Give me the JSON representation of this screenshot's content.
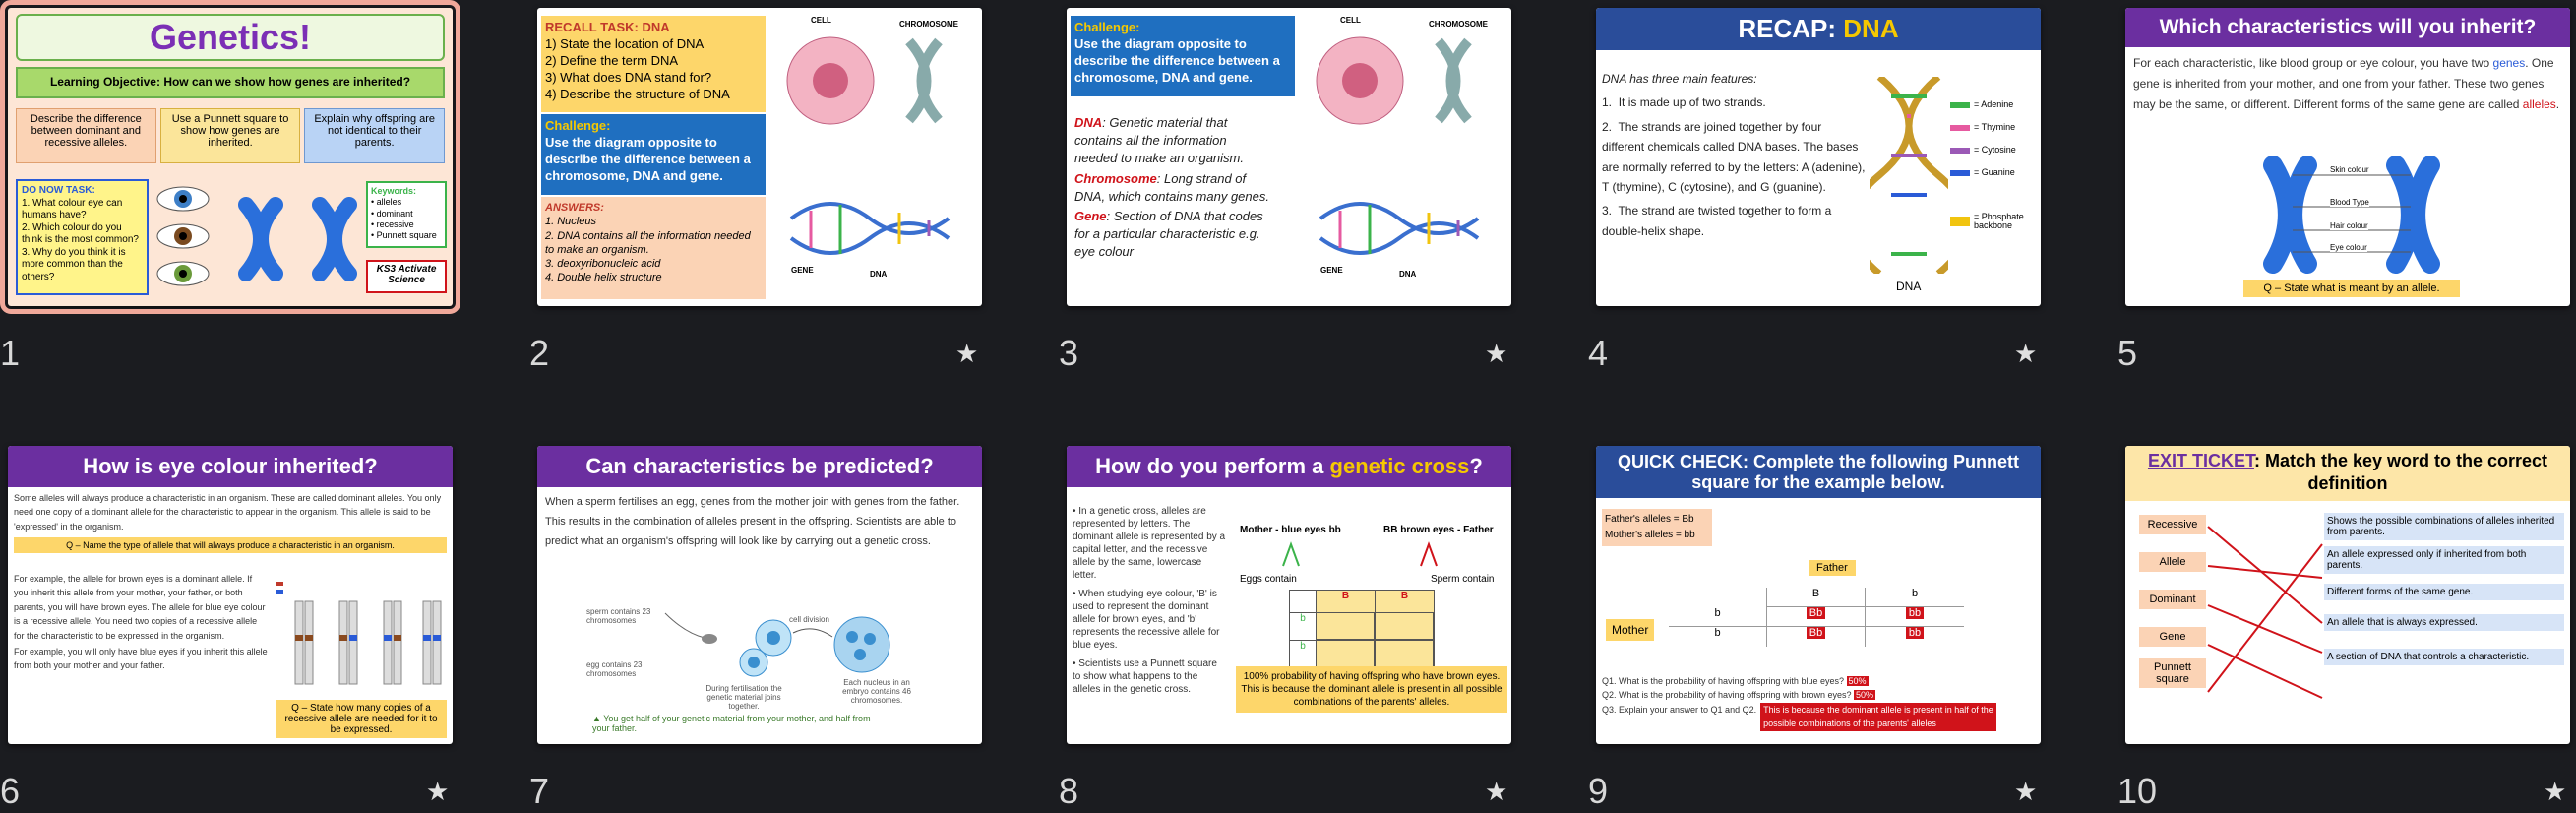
{
  "slides": [
    {
      "number": "1",
      "title": "Genetics!",
      "objective": "Learning Objective: How can we show how genes are inherited?",
      "outcomes": [
        "Describe the difference between dominant and recessive alleles.",
        "Use a Punnett square to show how genes are inherited.",
        "Explain why offspring are not identical to their parents."
      ],
      "do_now_title": "DO NOW TASK:",
      "do_now_items": [
        "1. What colour eye can humans have?",
        "2. Which colour do you think is the most common?",
        "3. Why do you think it is more common than the others?"
      ],
      "keywords_title": "Keywords:",
      "keywords": [
        "alleles",
        "dominant",
        "recessive",
        "Punnett square"
      ],
      "ks3_label": "KS3 Activate Science"
    },
    {
      "number": "2",
      "recall_title": "RECALL TASK: DNA",
      "recall_items": [
        "1)  State the location of DNA",
        "2)  Define the term DNA",
        "3)  What does DNA stand for?",
        "4)  Describe the structure of DNA"
      ],
      "challenge_title": "Challenge:",
      "challenge_text": "Use the diagram opposite to describe the difference between a chromosome, DNA and gene.",
      "answers_title": "ANSWERS:",
      "answers": [
        "1. Nucleus",
        "2. DNA contains all the information needed to make an organism.",
        "3. deoxyribonucleic acid",
        "4. Double helix structure"
      ],
      "diagram_labels": [
        "CELL",
        "CHROMOSOME",
        "GENE",
        "DNA"
      ]
    },
    {
      "number": "3",
      "challenge_title": "Challenge:",
      "challenge_text": "Use the diagram opposite to describe the difference between a chromosome, DNA and gene.",
      "defs": [
        {
          "term": "DNA",
          "text": ": Genetic material that contains all the information needed to make an organism."
        },
        {
          "term": "Chromosome",
          "text": ": Long strand of DNA, which contains many genes."
        },
        {
          "term": "Gene",
          "text": ": Section of DNA that codes for a particular characteristic e.g. eye colour"
        }
      ],
      "diagram_labels": [
        "CELL",
        "CHROMOSOME",
        "GENE",
        "DNA"
      ]
    },
    {
      "number": "4",
      "title_a": "RECAP: ",
      "title_b": "DNA",
      "intro": "DNA has three main features:",
      "points": [
        "It is made up of two strands.",
        "The strands are joined together by four different chemicals called DNA bases. The bases are normally referred to by the letters: A (adenine), T (thymine), C (cytosine), and G (guanine).",
        "The strand are twisted together to form a double-helix shape."
      ],
      "legend": [
        "= Adenine",
        "= Thymine",
        "= Cytosine",
        "= Guanine",
        "= Phosphate backbone"
      ],
      "dna_label": "DNA",
      "legend_colors": [
        "#3bb34a",
        "#e65aa0",
        "#9b59b6",
        "#2a5bd7",
        "#f1c40f"
      ]
    },
    {
      "number": "5",
      "title": "Which characteristics will you inherit?",
      "text_a": "For each characteristic, like blood group or eye colour, you have two ",
      "text_genes": "genes",
      "text_b": ". One gene is inherited from your mother, and one from your father. These two genes may be the same, or different. Different forms of the same gene are called ",
      "text_alleles": "alleles",
      "text_c": ".",
      "labels": [
        "Skin colour",
        "Blood Type",
        "Hair colour",
        "Eye colour"
      ],
      "question": "Q – State what is meant by an allele."
    },
    {
      "number": "6",
      "title": "How is eye colour inherited?",
      "para1": "Some alleles will always produce a characteristic in an organism. These are called dominant alleles. You only need one copy of a dominant allele for the characteristic to appear in the organism. This allele is said to be 'expressed' in the organism.",
      "q1": "Q – Name the type of allele that will always produce a characteristic in an organism.",
      "para2": "For example, the allele for brown eyes is a dominant allele. If you inherit this allele from your mother, your father, or both parents, you will have brown eyes. The allele for blue eye colour is a recessive allele. You need two copies of a recessive allele for the characteristic to be expressed in the organism.",
      "para3": "For example, you will only have blue eyes if you inherit this allele from both your mother and your father.",
      "q2": "Q – State how many copies of a recessive allele are needed for it to be expressed."
    },
    {
      "number": "7",
      "title": "Can characteristics be predicted?",
      "text": "When a sperm fertilises an egg, genes from the mother join with genes from the father. This results in the combination of alleles present in the offspring. Scientists are able to predict what an organism's offspring will look like by carrying out a genetic cross.",
      "labels": [
        "sperm contains 23 chromosomes",
        "egg contains 23 chromosomes",
        "During fertilisation the genetic material joins together.",
        "cell division",
        "Each nucleus in an embryo contains 46 chromosomes."
      ],
      "footer": "You get half of your genetic material from your mother, and half from your father."
    },
    {
      "number": "8",
      "title_a": "How do you perform a ",
      "title_b": "genetic cross",
      "title_c": "?",
      "bullets": [
        "In a genetic cross, alleles are represented by letters. The dominant allele is represented by a capital letter, and the recessive allele by the same, lowercase letter.",
        "When studying eye colour, 'B' is used to represent the dominant allele for brown eyes, and 'b' represents the recessive allele for blue eyes.",
        "Scientists use a Punnett square to show what happens to the alleles in the genetic cross."
      ],
      "mother": "Mother - blue eyes  bb",
      "father": "BB  brown eyes - Father",
      "eggs": "Eggs contain",
      "sperm": "Sperm contain",
      "note": "100% probability of having offspring who have brown eyes. This is because the dominant allele is present in all possible combinations of the parents' alleles."
    },
    {
      "number": "9",
      "title": "QUICK CHECK: Complete the following Punnett square for the example below.",
      "father_alleles": "Father's alleles = Bb",
      "mother_alleles": "Mother's alleles = bb",
      "father_label": "Father",
      "mother_label": "Mother",
      "col_headers": [
        "B",
        "b"
      ],
      "row_headers": [
        "b",
        "b"
      ],
      "cells": [
        "Bb",
        "bb",
        "Bb",
        "bb"
      ],
      "q1": "Q1. What is the probability of having offspring with blue eyes?",
      "a1": "50%",
      "q2": "Q2. What is the probability of having offspring with brown eyes?",
      "a2": "50%",
      "q3": "Q3. Explain your answer to Q1 and Q2.",
      "a3": "This is because the dominant allele is present in half of the possible combinations of the parents' alleles"
    },
    {
      "number": "10",
      "title_a": "EXIT TICKET",
      "title_b": ": Match the key word to the correct definition",
      "words": [
        "Recessive",
        "Allele",
        "Dominant",
        "Gene",
        "Punnett square"
      ],
      "definitions": [
        "Shows the possible combinations of alleles inherited from parents.",
        "An allele expressed only if inherited from both parents.",
        "Different forms of the same gene.",
        "An allele that is always expressed.",
        "A section of DNA that controls a characteristic."
      ]
    }
  ],
  "star_icon": "★"
}
